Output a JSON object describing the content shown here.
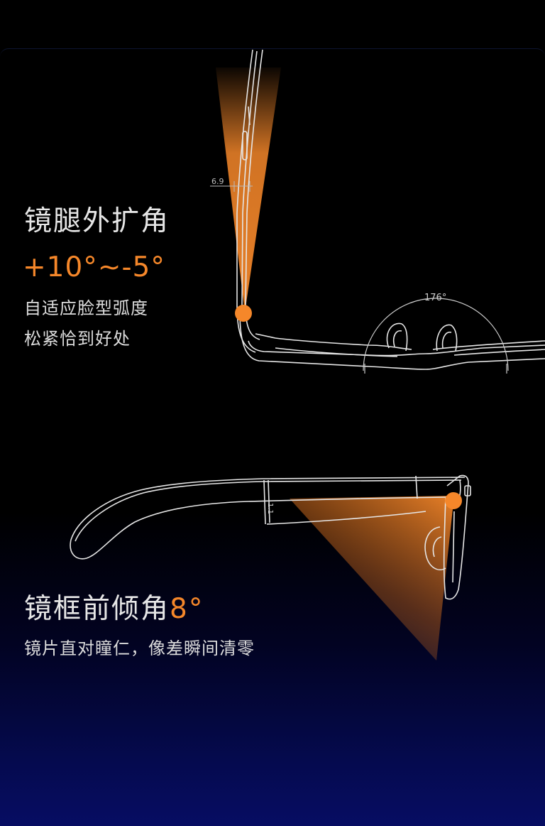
{
  "section1": {
    "title": "镜腿外扩角",
    "angle": "+10°~-5°",
    "desc_line1": "自适应脸型弧度",
    "desc_line2": "松紧恰到好处"
  },
  "section2": {
    "title": "镜框前倾角",
    "angle": "8°",
    "desc": "镜片直对瞳仁，像差瞬间清零"
  },
  "diagram_labels": {
    "dimension": "6.9",
    "bridge_angle": "176°",
    "temple_marks": "1.1"
  },
  "colors": {
    "accent": "#f5872a",
    "line": "#e6e6e6",
    "background_bottom": "#060d63"
  }
}
